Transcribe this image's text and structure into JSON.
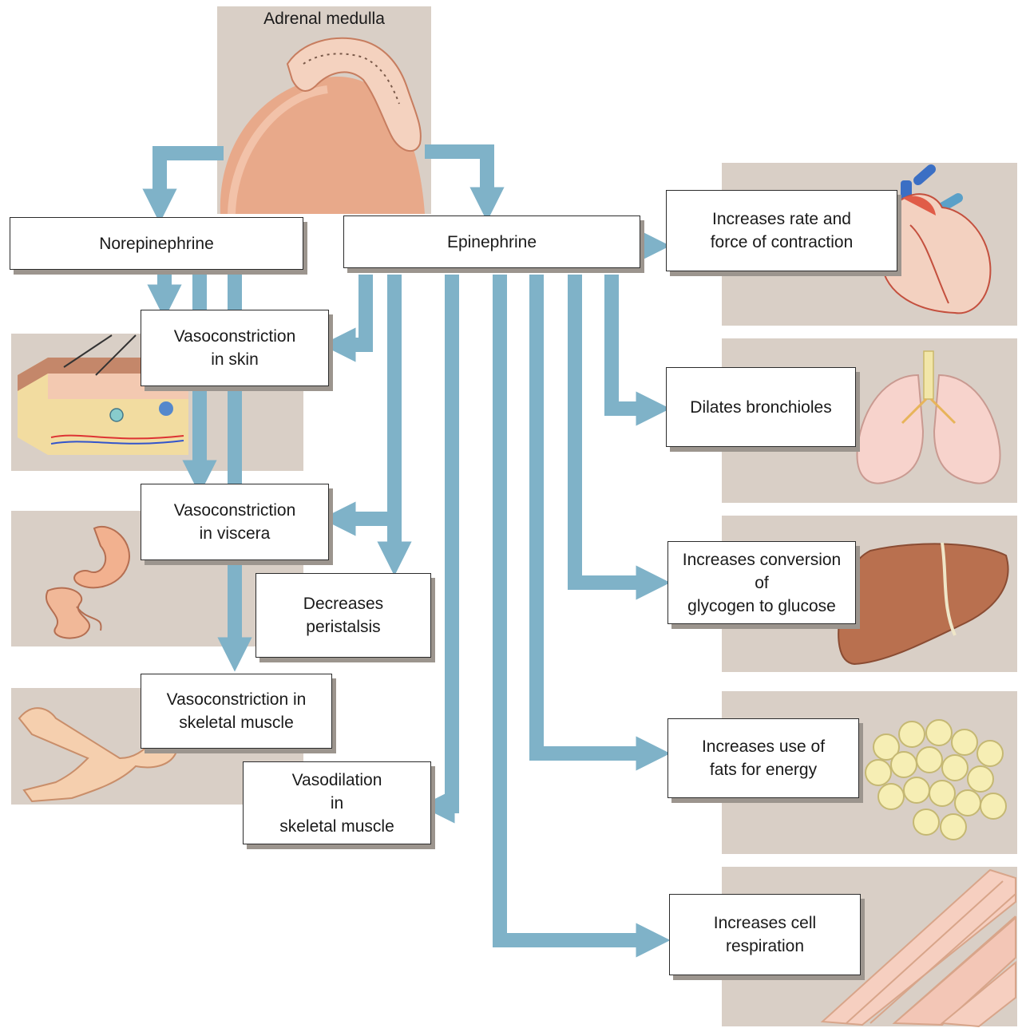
{
  "title": "Adrenal medulla",
  "hormones": {
    "norepinephrine": "Norepinephrine",
    "epinephrine": "Epinephrine"
  },
  "norepinephrine_effects": {
    "skin": "Vasoconstriction\nin skin",
    "viscera": "Vasoconstriction\nin viscera",
    "skeletal_muscle": "Vasoconstriction in\nskeletal muscle"
  },
  "epinephrine_effects": {
    "peristalsis": "Decreases\nperistalsis",
    "vasodilation": "Vasodilation\nin\nskeletal muscle",
    "heart": "Increases rate and\nforce of contraction",
    "bronchioles": "Dilates bronchioles",
    "glycogen": "Increases conversion\nof\nglycogen to glucose",
    "fats": "Increases use of\nfats for energy",
    "respiration": "Increases cell\nrespiration"
  },
  "illustrations": [
    "adrenal-gland",
    "skin-section",
    "stomach-intestines",
    "arm",
    "heart",
    "lungs",
    "liver",
    "fat-cells",
    "muscle-fibers"
  ],
  "colors": {
    "arrow": "#7fb2c8",
    "panel": "#d9cfc6",
    "flesh": "#efc2a2",
    "box_border": "#2b2b2b"
  }
}
